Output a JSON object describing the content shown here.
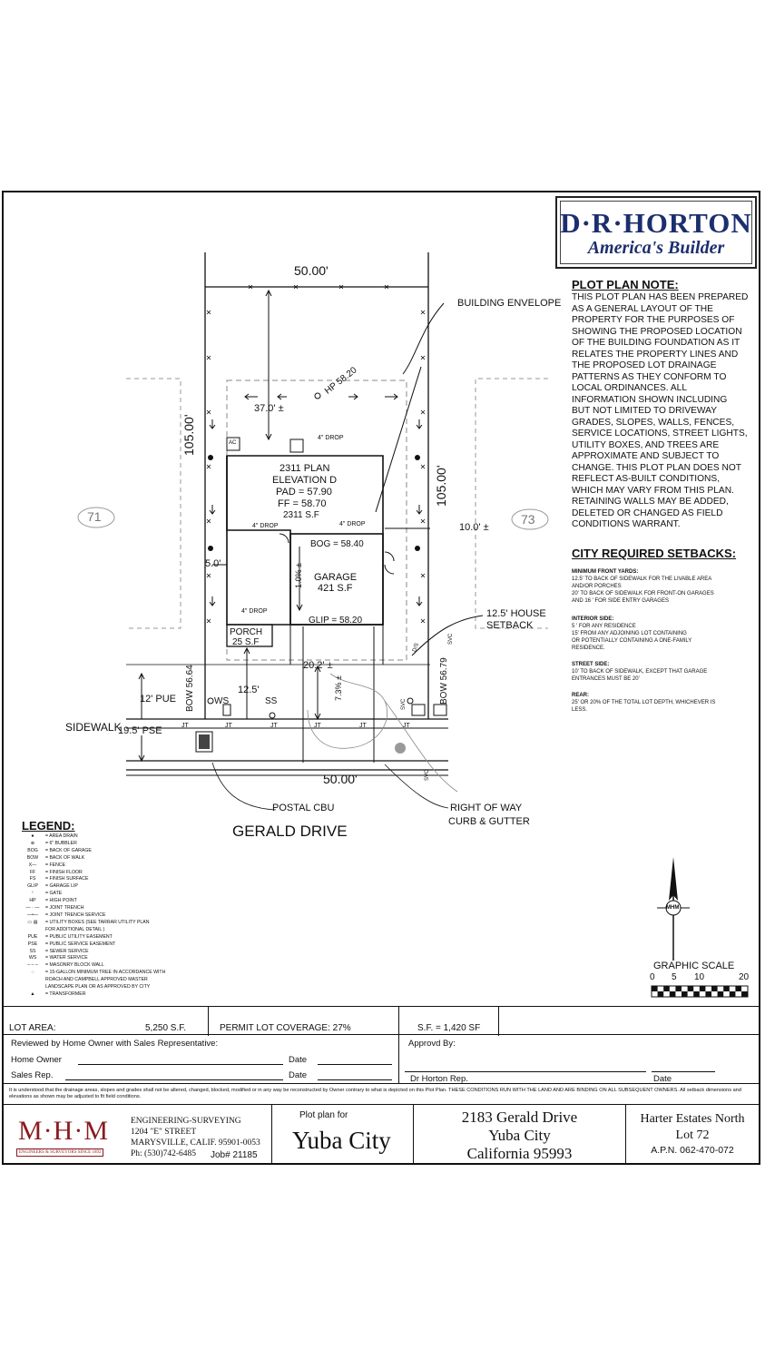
{
  "brand": {
    "name": "D·R·HORTON",
    "tagline": "America's Builder"
  },
  "plot_plan_note": {
    "title": "PLOT PLAN NOTE:",
    "lines": [
      "THIS PLOT PLAN HAS BEEN PREPARED",
      "AS A GENERAL LAYOUT OF THE",
      "PROPERTY FOR THE PURPOSES OF",
      "SHOWING THE PROPOSED LOCATION",
      "OF THE BUILDING FOUNDATION AS IT",
      "RELATES THE PROPERTY LINES AND",
      "THE PROPOSED LOT DRAINAGE",
      "PATTERNS AS THEY CONFORM TO",
      "LOCAL ORDINANCES. ALL",
      "INFORMATION SHOWN INCLUDING",
      "BUT NOT LIMITED TO DRIVEWAY",
      "GRADES, SLOPES, WALLS, FENCES,",
      "SERVICE LOCATIONS, STREET LIGHTS,",
      "UTILITY BOXES, AND TREES ARE",
      "APPROXIMATE AND SUBJECT TO",
      "CHANGE. THIS PLOT PLAN DOES NOT",
      "REFLECT AS-BUILT CONDITIONS,",
      "WHICH MAY VARY FROM THIS PLAN.",
      "RETAINING WALLS MAY BE ADDED,",
      "DELETED OR CHANGED AS FIELD",
      "CONDITIONS WARRANT."
    ]
  },
  "setbacks": {
    "title": "CITY REQUIRED SETBACKS:",
    "front": {
      "heading": "MINIMUM FRONT YARDS:",
      "lines": [
        "12.5' TO BACK OF SIDEWALK FOR THE LIVABLE AREA",
        "AND/OR PORCHES",
        "20' TO BACK OF SIDEWALK FOR FRONT-ON GARAGES",
        "AND 16 ' FOR SIDE ENTRY GARAGES"
      ]
    },
    "interior": {
      "heading": "INTERIOR SIDE:",
      "lines": [
        "5 ' FOR ANY RESIDENCE",
        "15' FROM ANY ADJOINING LOT CONTAINING",
        "OR POTENTIALLY CONTAINING A ONE-FAMILY",
        "RESIDENCE."
      ]
    },
    "street": {
      "heading": "STREET SIDE:",
      "lines": [
        "10' TO BACK OF SIDEWALK, EXCEPT THAT GARAGE",
        "ENTRANCES MUST BE 20'"
      ]
    },
    "rear": {
      "heading": "REAR:",
      "lines": [
        "25' OR 20% OF THE TOTAL LOT DEPTH, WHICHEVER IS",
        "LESS."
      ]
    }
  },
  "plan": {
    "top_width": "50.00'",
    "bottom_width": "50.00'",
    "left_depth": "105.00'",
    "right_depth": "105.00'",
    "building_envelope": "BUILDING ENVELOPE",
    "high_point": "HP 58.20",
    "rear_setback": "37.0' ±",
    "drop_top": "4\" DROP",
    "ac": "AC",
    "plan_name": "2311 PLAN",
    "elevation": "ELEVATION D",
    "pad": "PAD = 57.90",
    "ff": "FF = 58.70",
    "house_sf": "2311 S.F",
    "drop_left": "4\" DROP",
    "drop_right": "4\" DROP",
    "bog": "BOG = 58.40",
    "slope_garage": "1.0% ±",
    "garage": "GARAGE",
    "garage_sf": "421 S.F",
    "glip": "GLIP = 58.20",
    "drop_porch": "4\" DROP",
    "porch": "PORCH",
    "porch_sf": "25 S.F",
    "side_left": "5.0'",
    "side_right": "10.0' ±",
    "house_setback_1": "12.5' HOUSE",
    "house_setback_2": "SETBACK",
    "lot_left": "71",
    "lot_right": "73",
    "driveway": "20.2' ±",
    "slope_drive": "7.3% ±",
    "front_setback": "12.5'",
    "pue": "12' PUE",
    "pse": "19.5' PSE",
    "sidewalk": "SIDEWALK",
    "bow_left": "BOW 56.64",
    "bow_right": "BOW 56.79",
    "ws": "WS",
    "ss": "SS",
    "svc1": "SVC",
    "svc2": "SVC",
    "svc3": "SVC",
    "ds": "D/S",
    "jt": "JT",
    "postal": "POSTAL CBU",
    "row1": "RIGHT OF WAY",
    "row2": "CURB & GUTTER",
    "street": "GERALD DRIVE"
  },
  "legend": {
    "title": "LEGEND:",
    "items": [
      {
        "sym": "●",
        "label": "= AREA DRAIN"
      },
      {
        "sym": "⊕",
        "label": "= 6\" BUBBLER"
      },
      {
        "sym": "BOG",
        "label": "= BACK OF GARAGE"
      },
      {
        "sym": "BOW",
        "label": "= BACK OF WALK"
      },
      {
        "sym": "X—",
        "label": "= FENCE"
      },
      {
        "sym": "FF",
        "label": "= FINISH FLOOR"
      },
      {
        "sym": "FS",
        "label": "= FINISH SURFACE"
      },
      {
        "sym": "GLIP",
        "label": "= GARAGE LIP"
      },
      {
        "sym": "◜",
        "label": "= GATE"
      },
      {
        "sym": "HP",
        "label": "= HIGH POINT"
      },
      {
        "sym": "— · —",
        "label": "= JOINT TRENCH"
      },
      {
        "sym": "—•—",
        "label": "= JOINT TRENCH SERVICE"
      },
      {
        "sym": "▭ ▤",
        "label": "= UTILITY BOXES (SEE TARRAR UTILITY PLAN"
      },
      {
        "sym": "",
        "label": "FOR ADDITIONAL DETAIL )"
      },
      {
        "sym": "PUE",
        "label": "= PUBLIC UTILITY EASEMENT"
      },
      {
        "sym": "PSE",
        "label": "= PUBLIC SERVICE EASEMENT"
      },
      {
        "sym": "SS",
        "label": "= SEWER SERVICE"
      },
      {
        "sym": "WS",
        "label": "= WATER SERVICE"
      },
      {
        "sym": "– – –",
        "label": "= MASONRY BLOCK WALL"
      },
      {
        "sym": "◌",
        "label": "= 15-GALLON MINIMUM TREE IN ACCORDANCE WITH"
      },
      {
        "sym": "",
        "label": "ROACH AND CAMPBELL APPROVED MASTER"
      },
      {
        "sym": "",
        "label": "LANDSCAPE PLAN OR AS APPROVED BY CITY"
      },
      {
        "sym": "▲",
        "label": "= TRANSFORMER"
      }
    ]
  },
  "scale": {
    "title": "GRAPHIC SCALE",
    "ticks": [
      "0",
      "5",
      "10",
      "20"
    ]
  },
  "north": {
    "label": "MHM"
  },
  "summary": {
    "lot_area_label": "LOT AREA:",
    "lot_area_value": "5,250 S.F.",
    "coverage": "PERMIT LOT COVERAGE: 27%",
    "sf": "S.F. = 1,420 SF"
  },
  "review": {
    "heading": "Reviewed by Home Owner with Sales Representative:",
    "home_owner": "Home Owner",
    "sales_rep": "Sales Rep.",
    "date1": "Date",
    "date2": "Date",
    "approved": "Approvd By:",
    "dr_horton_rep": "Dr Horton Rep.",
    "date3": "Date"
  },
  "disclaimer": "It is understood that the drainage areas, slopes and grades shall not be altered, changed, blocked, modified or in any way be reconstructed by Owner contrary to what is depicted on this Plot Plan. THESE CONDITIONS RUN WITH THE LAND AND ARE BINDING ON ALL SUBSEQUENT OWNERS. All setback dimensions and elevations as shown may be adjusted to fit field conditions.",
  "titleblock": {
    "firm": "M·H·M",
    "firm_sub": "ENGINEERS & SURVEYORS SINCE 1892",
    "addr1": "ENGINEERING-SURVEYING",
    "addr2": "1204 \"E\" STREET",
    "addr3": "MARYSVILLE, CALIF. 95901-0053",
    "phone": "Ph: (530)742-6485",
    "job": "Job# 21185",
    "plot_for": "Plot plan for",
    "city": "Yuba City",
    "site1": "2183 Gerald Drive",
    "site2": "Yuba City",
    "site3": "California 95993",
    "sub1": "Harter Estates North",
    "lot": "Lot 72",
    "apn": "A.P.N. 062-470-072"
  }
}
